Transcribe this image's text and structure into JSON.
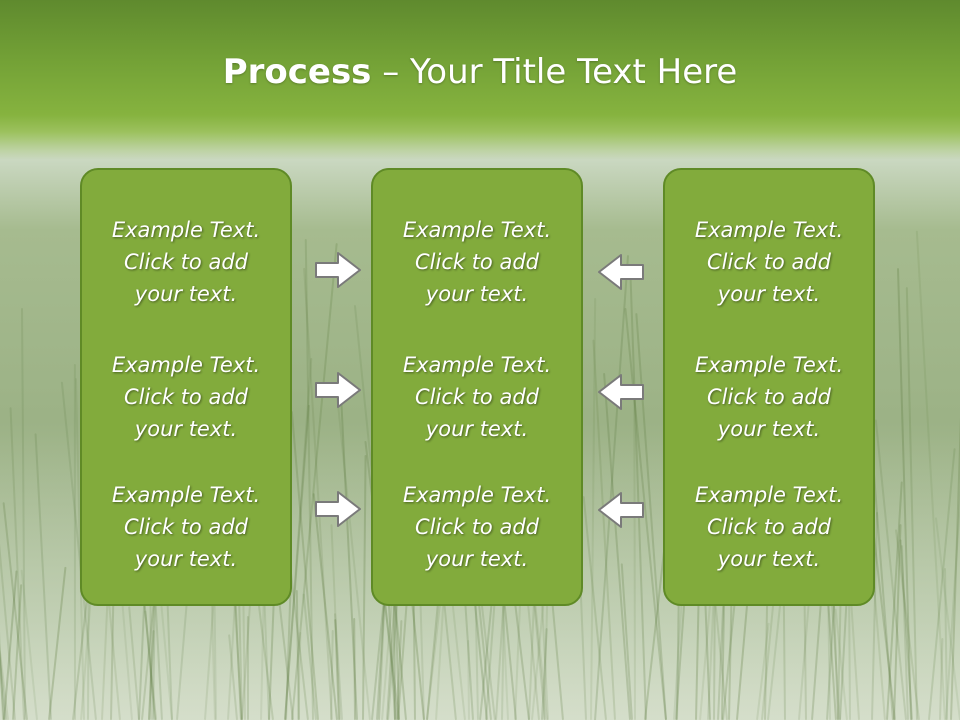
{
  "title": {
    "bold": "Process",
    "rest": " – Your Title Text Here"
  },
  "columns": [
    {
      "blocks": [
        {
          "line1": "Example Text.",
          "line2": "Click  to add",
          "line3": "your text."
        },
        {
          "line1": "Example Text.",
          "line2": "Click  to add",
          "line3": "your text."
        },
        {
          "line1": "Example Text.",
          "line2": "Click  to add",
          "line3": "your text."
        }
      ]
    },
    {
      "blocks": [
        {
          "line1": "Example Text.",
          "line2": "Click  to add",
          "line3": "your text."
        },
        {
          "line1": "Example Text.",
          "line2": "Click  to add",
          "line3": "your text."
        },
        {
          "line1": "Example Text.",
          "line2": "Click  to add",
          "line3": "your text."
        }
      ]
    },
    {
      "blocks": [
        {
          "line1": "Example Text.",
          "line2": "Click  to add",
          "line3": "your text."
        },
        {
          "line1": "Example Text.",
          "line2": "Click  to add",
          "line3": "your text."
        },
        {
          "line1": "Example Text.",
          "line2": "Click  to add",
          "line3": "your text."
        }
      ]
    }
  ],
  "colors": {
    "panel": "#82ab3c",
    "panel_border": "#5f8a26",
    "title_band": "#73a136",
    "arrow_fill": "#ffffff",
    "arrow_stroke": "#7a7a7a"
  },
  "icons": {
    "right_arrow": "arrow-right-icon",
    "left_arrow": "arrow-left-icon"
  }
}
